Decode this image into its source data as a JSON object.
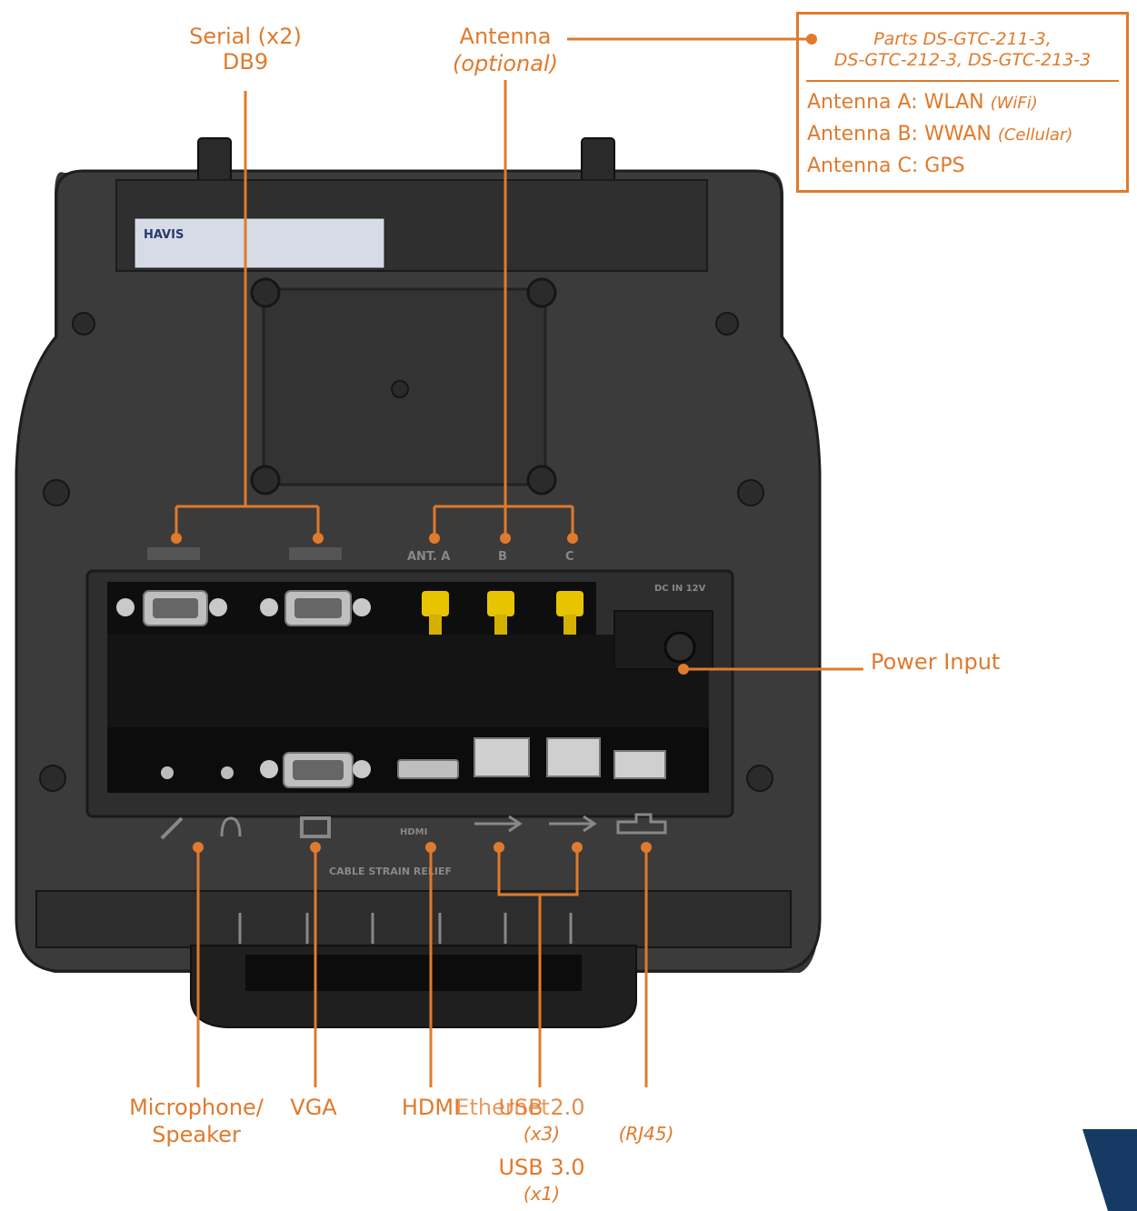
{
  "callouts": {
    "serial": {
      "line1": "Serial (x2)",
      "line2": "DB9"
    },
    "antenna": {
      "line1": "Antenna",
      "line2": "(optional)"
    },
    "power_input": "Power Input",
    "microphone": {
      "line1": "Microphone/",
      "line2": "Speaker"
    },
    "vga": "VGA",
    "hdmi": "HDMI",
    "ethernet": "Ethernet",
    "usb20": {
      "line1": "USB 2.0",
      "line2": "(x3)"
    },
    "rj45": "(RJ45)",
    "usb30": {
      "line1": "USB 3.0",
      "line2": "(x1)"
    }
  },
  "infobox": {
    "parts_line1": "Parts DS-GTC-211-3,",
    "parts_line2": "DS-GTC-212-3, DS-GTC-213-3",
    "antenna_a": {
      "label": "Antenna A: WLAN",
      "note": "(WiFi)"
    },
    "antenna_b": {
      "label": "Antenna B: WWAN",
      "note": "(Cellular)"
    },
    "antenna_c": {
      "label": "Antenna C: GPS"
    }
  },
  "device": {
    "brand": "HAVIS",
    "port_labels": {
      "ant_a": "ANT. A",
      "ant_b": "B",
      "ant_c": "C",
      "dc_in": "DC IN 12V",
      "hdmi": "HDMI",
      "cable_strain_relief": "CABLE STRAIN RELIEF"
    }
  },
  "colors": {
    "accent": "#e07a2c",
    "device_body": "#3a3a3a",
    "port_panel": "#111111",
    "antenna_gold": "#e8c400"
  }
}
